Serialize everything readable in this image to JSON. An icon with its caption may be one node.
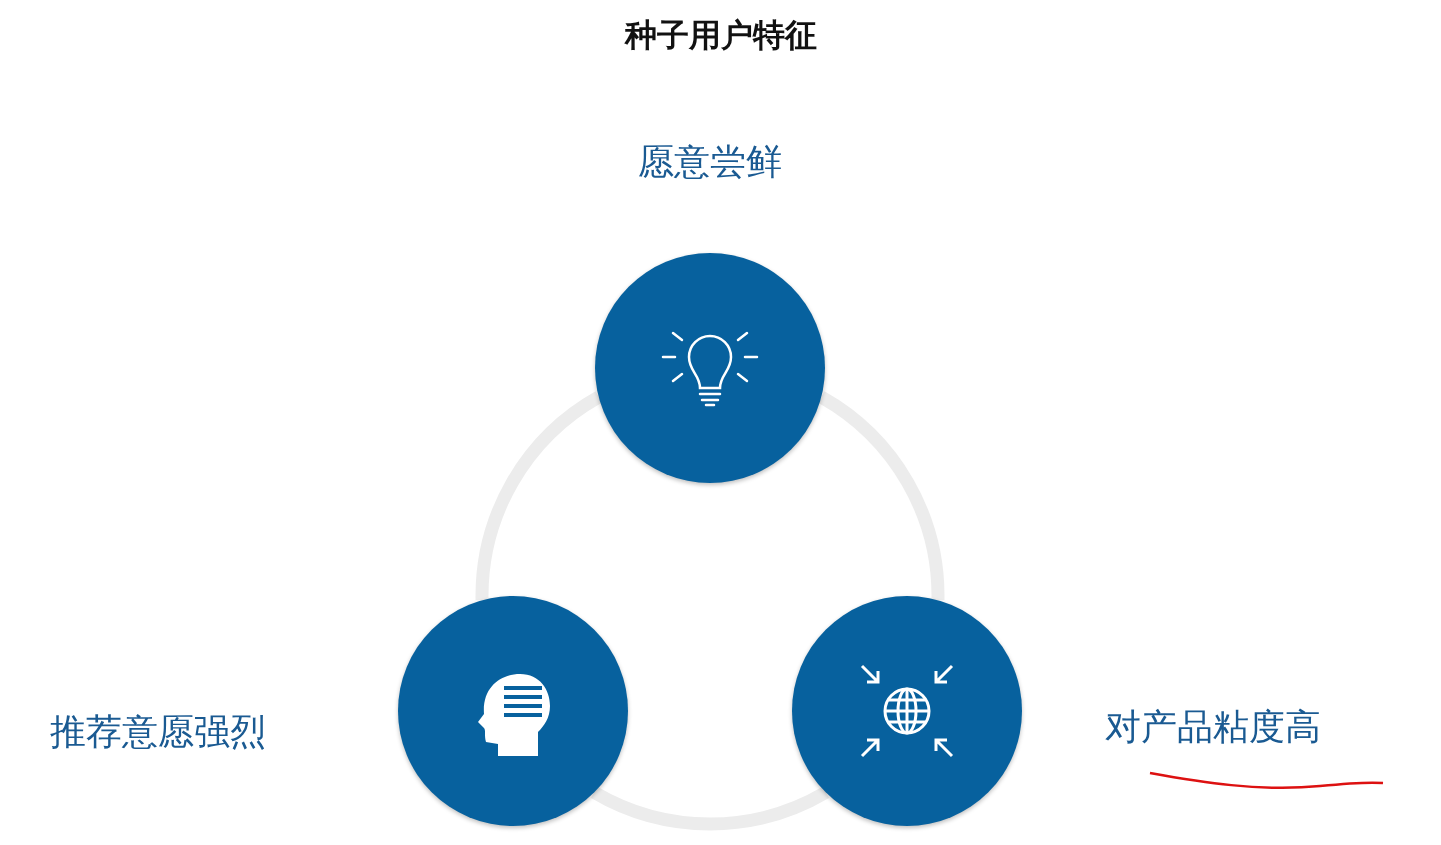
{
  "diagram": {
    "title": "种子用户特征",
    "nodes": [
      {
        "text": [],
        "shape": "circle",
        "beside": [
          "愿意尝鲜"
        ]
      },
      {
        "text": [],
        "shape": "circle",
        "beside": [
          "推荐意愿强烈"
        ]
      },
      {
        "text": [],
        "shape": "circle",
        "beside": [
          "对产品粘度高"
        ]
      }
    ],
    "edges": [
      {
        "from": 0,
        "to": 2,
        "arrow": "none"
      },
      {
        "from": 2,
        "to": 1,
        "arrow": "none"
      },
      {
        "from": 1,
        "to": 0,
        "arrow": "none"
      }
    ]
  }
}
